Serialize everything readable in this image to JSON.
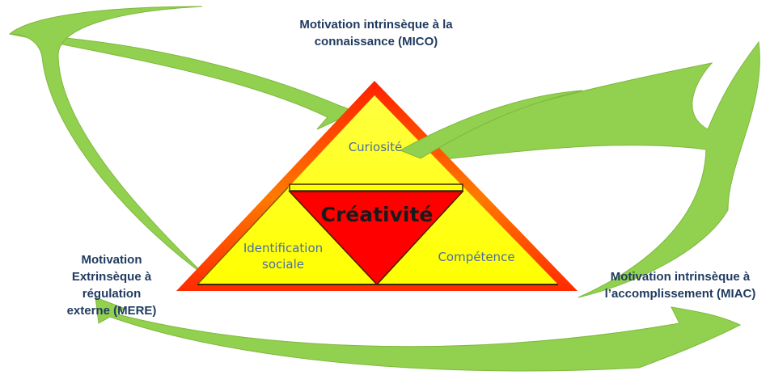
{
  "labels": {
    "top": [
      "Motivation intrinsèque à la",
      "connaissance (MICO)"
    ],
    "left": [
      "Motivation",
      "Extrinsèque à",
      "régulation",
      "externe (MERE)"
    ],
    "right": [
      "Motivation intrinsèque à",
      "l’accomplissement (MIAC)"
    ]
  },
  "pyramid": {
    "top": "Curiosité",
    "left": [
      "Identification",
      "sociale"
    ],
    "right": "Compétence",
    "center": "Créativité"
  },
  "colors": {
    "arrow_green": "#92d050",
    "arrow_edge": "#7fb83d",
    "outer_orange": "#ff6600",
    "outer_red": "#ff1f00",
    "inner_yellow": "#ffff00",
    "center_red": "#ff0000",
    "label_text": "#1f3a5f",
    "pyramid_text": "#4a6fa5"
  }
}
